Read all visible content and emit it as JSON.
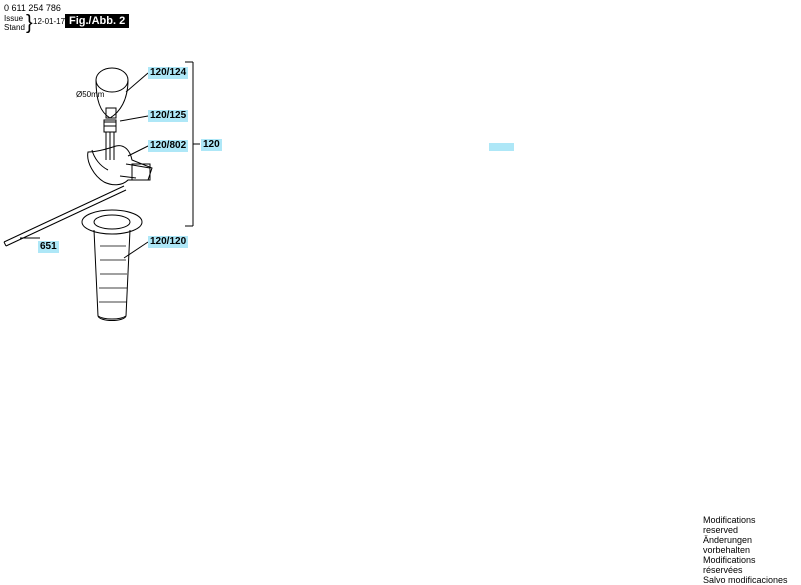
{
  "header": {
    "part_number": "0 611 254 786",
    "issue_label": "Issue",
    "stand_label": "Stand",
    "issue_date": "12-01-17",
    "figure_badge": "Fig./Abb. 2"
  },
  "callouts": {
    "depth_stop_holder": "120/124",
    "clamp_screw": "120/125",
    "clamp_band": "120/802",
    "handle_assembly": "120",
    "grip": "120/120",
    "depth_rod": "651"
  },
  "dimension_label": "Ø50mm",
  "footer": {
    "lines": [
      "Modifications reserved",
      "Änderungen vorbehalten",
      "Modifications réservées",
      "Salvo modificaciones"
    ]
  },
  "colors": {
    "callout_highlight": "#aee7f7",
    "badge_bg": "#000000",
    "badge_text": "#ffffff"
  }
}
